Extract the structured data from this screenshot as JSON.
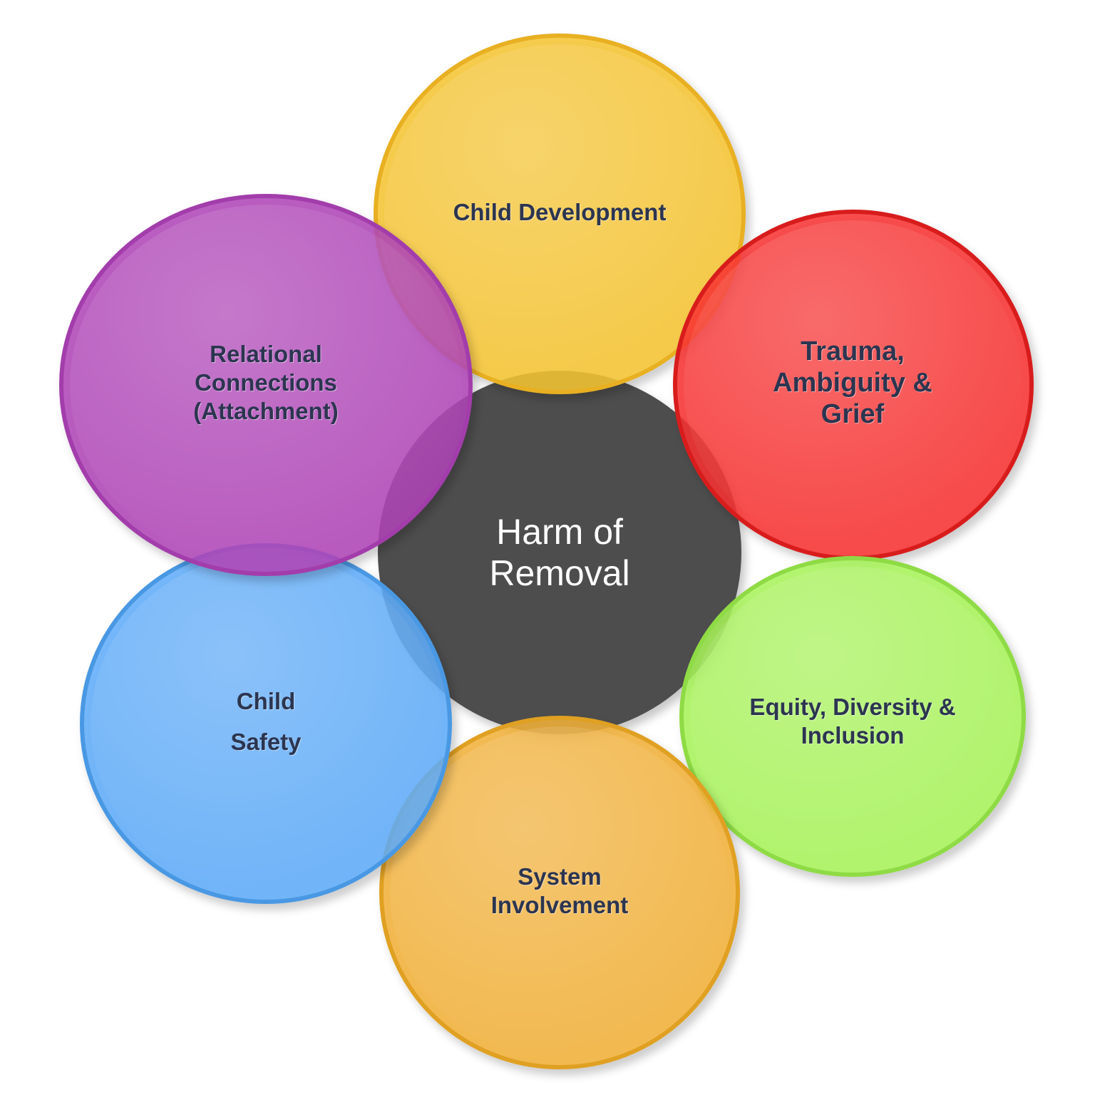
{
  "center": {
    "lines": [
      "Harm of",
      "Removal"
    ],
    "color": "#4e4e4e"
  },
  "petals": [
    {
      "id": "child-development",
      "lines": [
        "Child Development"
      ],
      "color": "#f7c531"
    },
    {
      "id": "trauma-ambiguity-grief",
      "lines": [
        "Trauma,",
        "Ambiguity &",
        "Grief"
      ],
      "color": "#f93333"
    },
    {
      "id": "equity-diversity-inclusion",
      "lines": [
        "Equity, Diversity &",
        "Inclusion"
      ],
      "color": "#a8f55a"
    },
    {
      "id": "system-involvement",
      "lines": [
        "System",
        "Involvement"
      ],
      "color": "#f3b13a"
    },
    {
      "id": "child-safety",
      "lines": [
        "Child",
        "Safety"
      ],
      "color": "#5fadfa"
    },
    {
      "id": "relational-connections",
      "lines": [
        "Relational",
        "Connections",
        "(Attachment)"
      ],
      "color": "#b047b8"
    }
  ]
}
